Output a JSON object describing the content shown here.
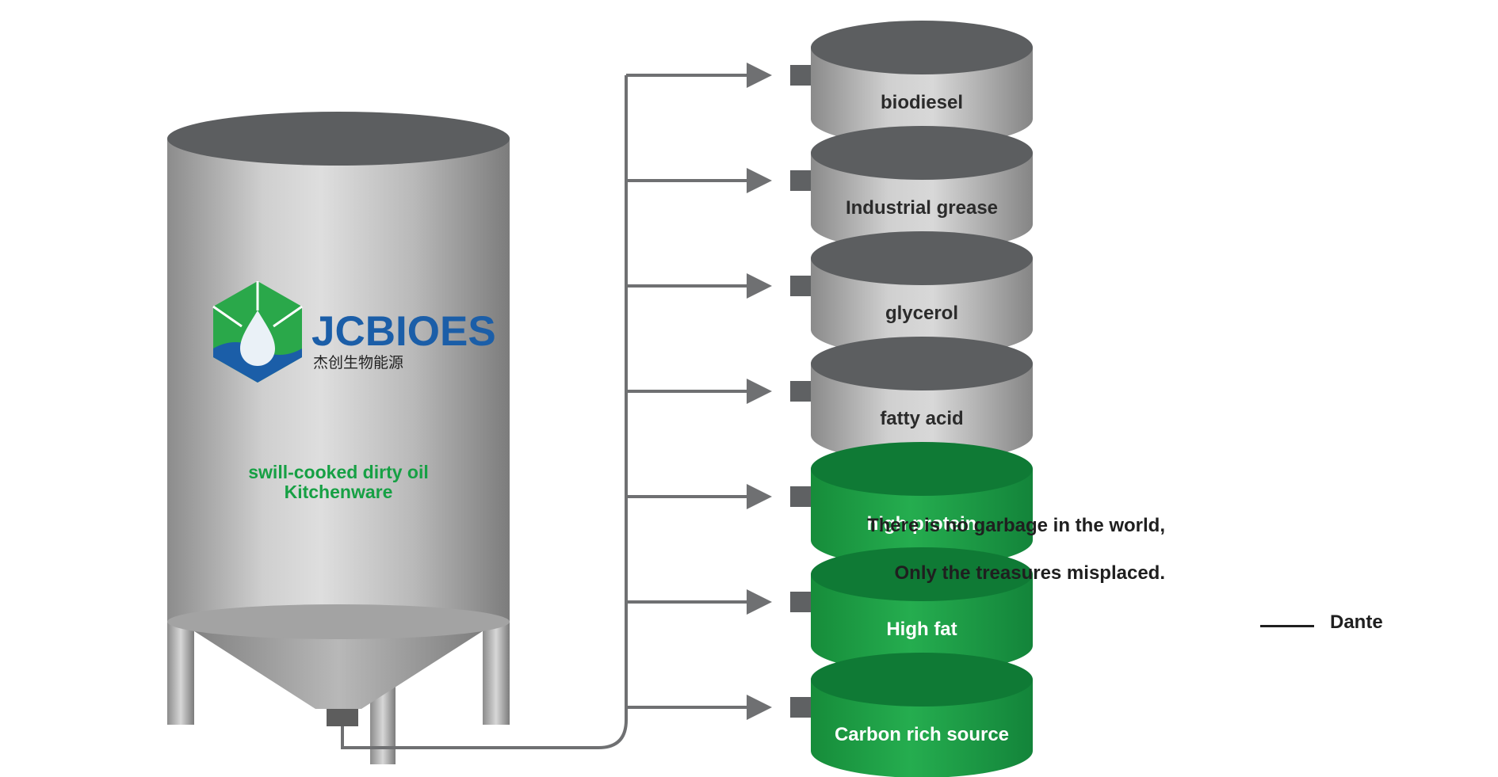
{
  "tank": {
    "logo_name": "JCBIOES",
    "logo_subtitle": "杰创生物能源",
    "label_line1": "swill-cooked dirty oil",
    "label_line2": "Kitchenware"
  },
  "products": [
    {
      "label": "biodiesel",
      "kind": "gray"
    },
    {
      "label": "Industrial grease",
      "kind": "gray"
    },
    {
      "label": "glycerol",
      "kind": "gray"
    },
    {
      "label": "fatty acid",
      "kind": "gray"
    },
    {
      "label": "high protein",
      "kind": "green"
    },
    {
      "label": "High fat",
      "kind": "green"
    },
    {
      "label": "Carbon rich source",
      "kind": "green"
    }
  ],
  "quote": {
    "line1": "There is no garbage in the world,",
    "line2": "Only the treasures misplaced.",
    "author": "Dante"
  },
  "colors": {
    "logo_blue": "#1b5ea8",
    "logo_green": "#2aa84a",
    "product_green": "#1f9f45",
    "product_green_top": "#0f7a35",
    "label_green": "#16a044",
    "tank_gray": "#9a9a9a",
    "pipe_gray": "#6f7072"
  }
}
